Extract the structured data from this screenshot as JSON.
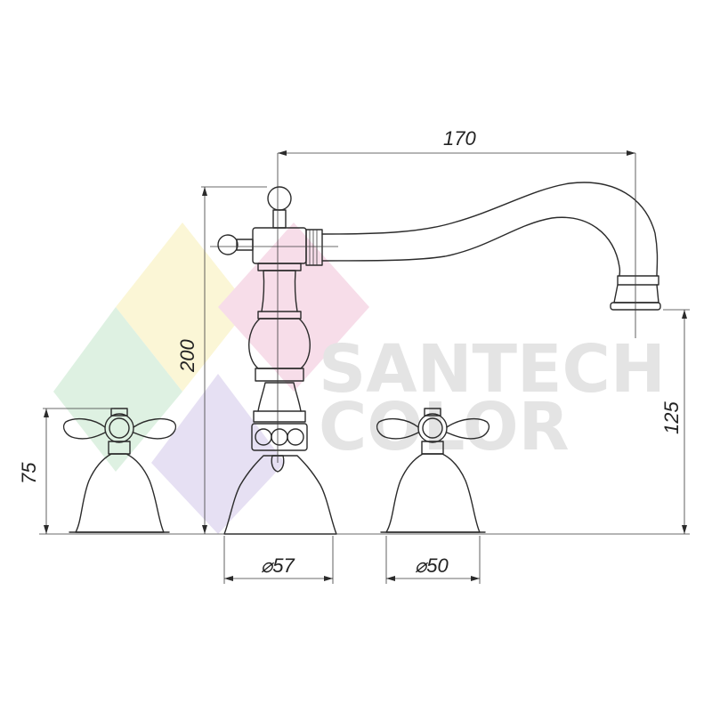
{
  "colors": {
    "line": "#2b2b2b",
    "watermark_text": "#e4e4e4",
    "logo_yellow": "#fbf6d6",
    "logo_pink": "#f7dde9",
    "logo_green": "#def1e2",
    "logo_violet": "#e6e0f3"
  },
  "dimensions": {
    "spout_reach": "170",
    "total_height": "200",
    "spout_height": "125",
    "handle_height": "75",
    "body_diameter": "⌀57",
    "handle_diameter": "⌀50"
  },
  "watermark": {
    "line1": "SANTECH",
    "line2": "COLOR"
  }
}
